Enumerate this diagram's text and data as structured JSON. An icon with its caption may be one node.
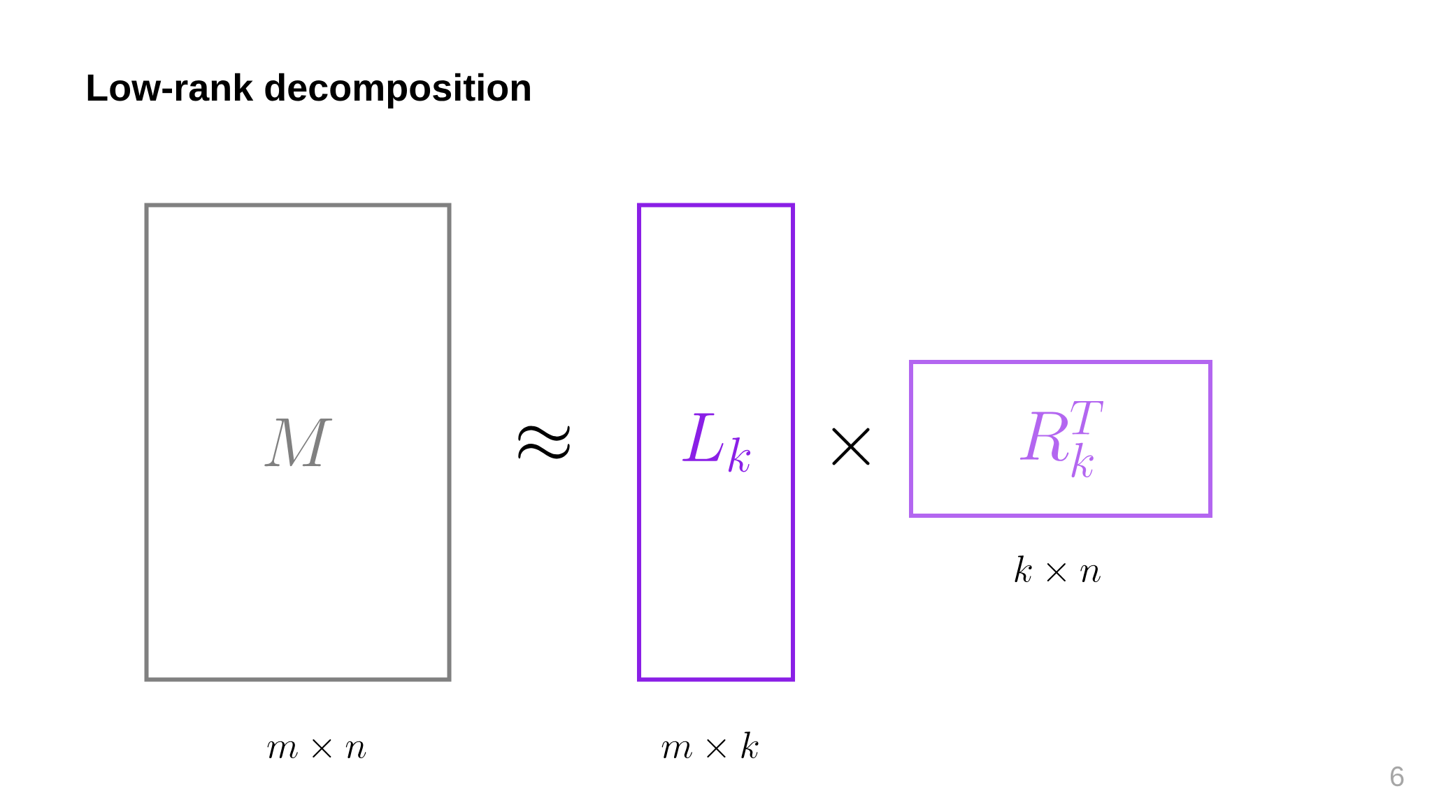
{
  "diagram": {
    "title": "Low-rank decomposition",
    "nodes": [
      {
        "text": [
          "M"
        ]
      },
      {
        "text": [
          "L_k"
        ]
      },
      {
        "text": [
          "R_k^T"
        ]
      }
    ],
    "labels": [
      "\\approx",
      "\\times",
      "k\\times n",
      "m\\times n",
      "m\\times k",
      "6"
    ]
  }
}
